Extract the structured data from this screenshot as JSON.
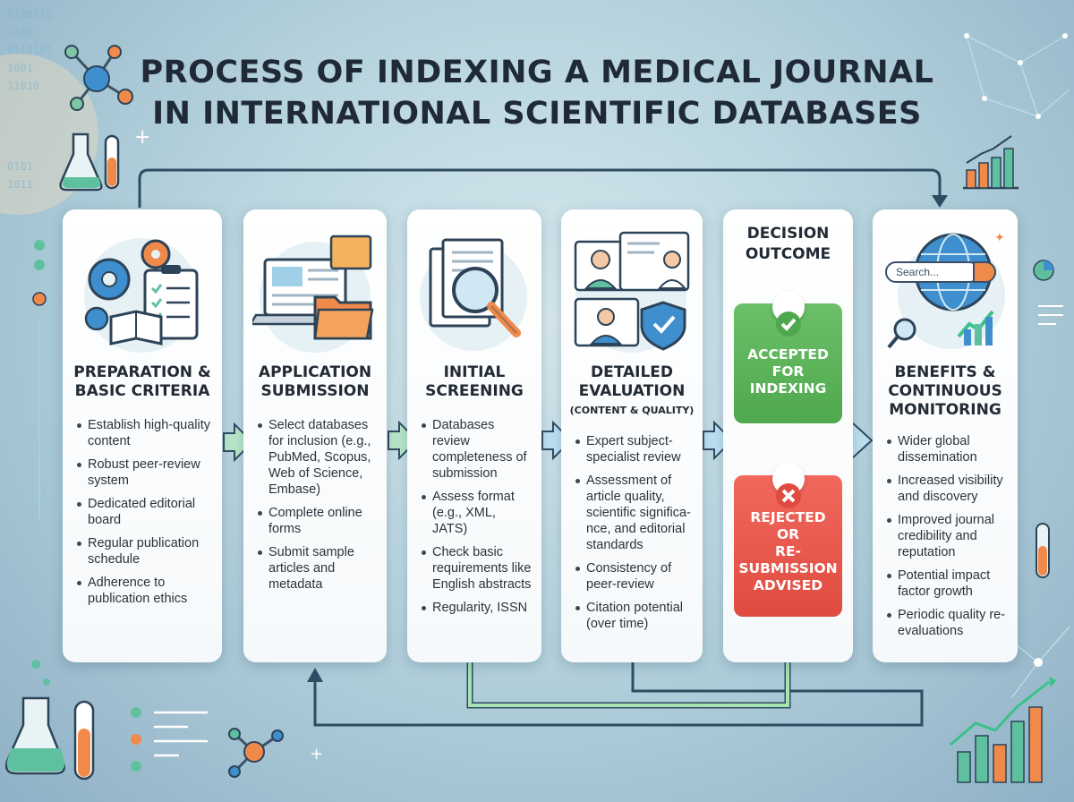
{
  "title_line1": "PROCESS OF INDEXING A MEDICAL JOURNAL",
  "title_line2": "IN INTERNATIONAL SCIENTIFIC DATABASES",
  "stages": [
    {
      "title": "PREPARATION &\nBASIC CRITERIA",
      "items": [
        "Establish high-quality content",
        "Robust peer-review system",
        "Dedicated editorial board",
        "Regular publication schedule",
        "Adherence to publication ethics"
      ]
    },
    {
      "title": "APPLICATION\nSUBMISSION",
      "items": [
        "Select databases for inclusion (e.g., PubMed, Scopus, Web of Science, Embase)",
        "Complete online forms",
        "Submit sample articles and metadata"
      ]
    },
    {
      "title": "INITIAL\nSCREENING",
      "items": [
        "Databases review completeness of submission",
        "Assess format (e.g., XML, JATS)",
        "Check basic requirements like English abstracts",
        "Regularity, ISSN"
      ]
    },
    {
      "title": "DETAILED\nEVALUATION",
      "subtitle": "(CONTENT & QUALITY)",
      "items": [
        "Expert subject-specialist review",
        "Assessment of article quality, scientific significa-nce, and editorial standards",
        "Consistency of peer-review",
        "Citation potential (over time)"
      ]
    },
    {
      "title": "DECISION\nOUTCOME",
      "accepted": "ACCEPTED\nFOR\nINDEXING",
      "rejected": "REJECTED\nOR\nRE-\nSUBMISSION\nADVISED"
    },
    {
      "title": "BENEFITS &\nCONTINUOUS\nMONITORING",
      "search_placeholder": "Search...",
      "items": [
        "Wider global dissemination",
        "Increased visibility and discovery",
        "Improved journal credibility and reputation",
        "Potential impact factor growth",
        "Periodic quality re-evaluations"
      ]
    }
  ],
  "colors": {
    "accent_teal": "#2f7f8f",
    "arrow_green": "#7dcb8f",
    "arrow_blue": "#6cb3d8",
    "accept_green": "#4ea84d",
    "reject_red": "#df4b41",
    "orange": "#f08a4b"
  }
}
